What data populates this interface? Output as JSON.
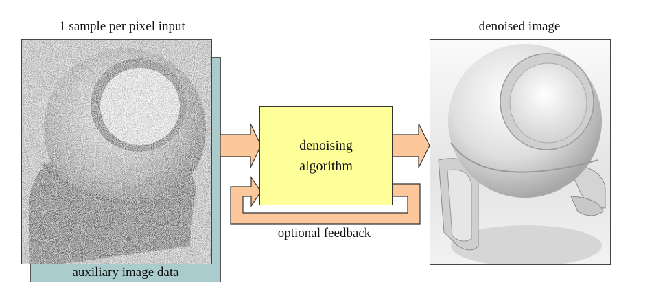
{
  "input": {
    "title": "1 sample per pixel input",
    "aux_label": "auxiliary image data"
  },
  "algorithm": {
    "line1": "denoising",
    "line2": "algorithm"
  },
  "feedback": {
    "label": "optional feedback"
  },
  "output": {
    "title": "denoised image"
  },
  "colors": {
    "aux_panel": "#aacccc",
    "algorithm_box": "#ffff99",
    "arrow_fill": "#fcc79a",
    "arrow_stroke": "#333333"
  }
}
